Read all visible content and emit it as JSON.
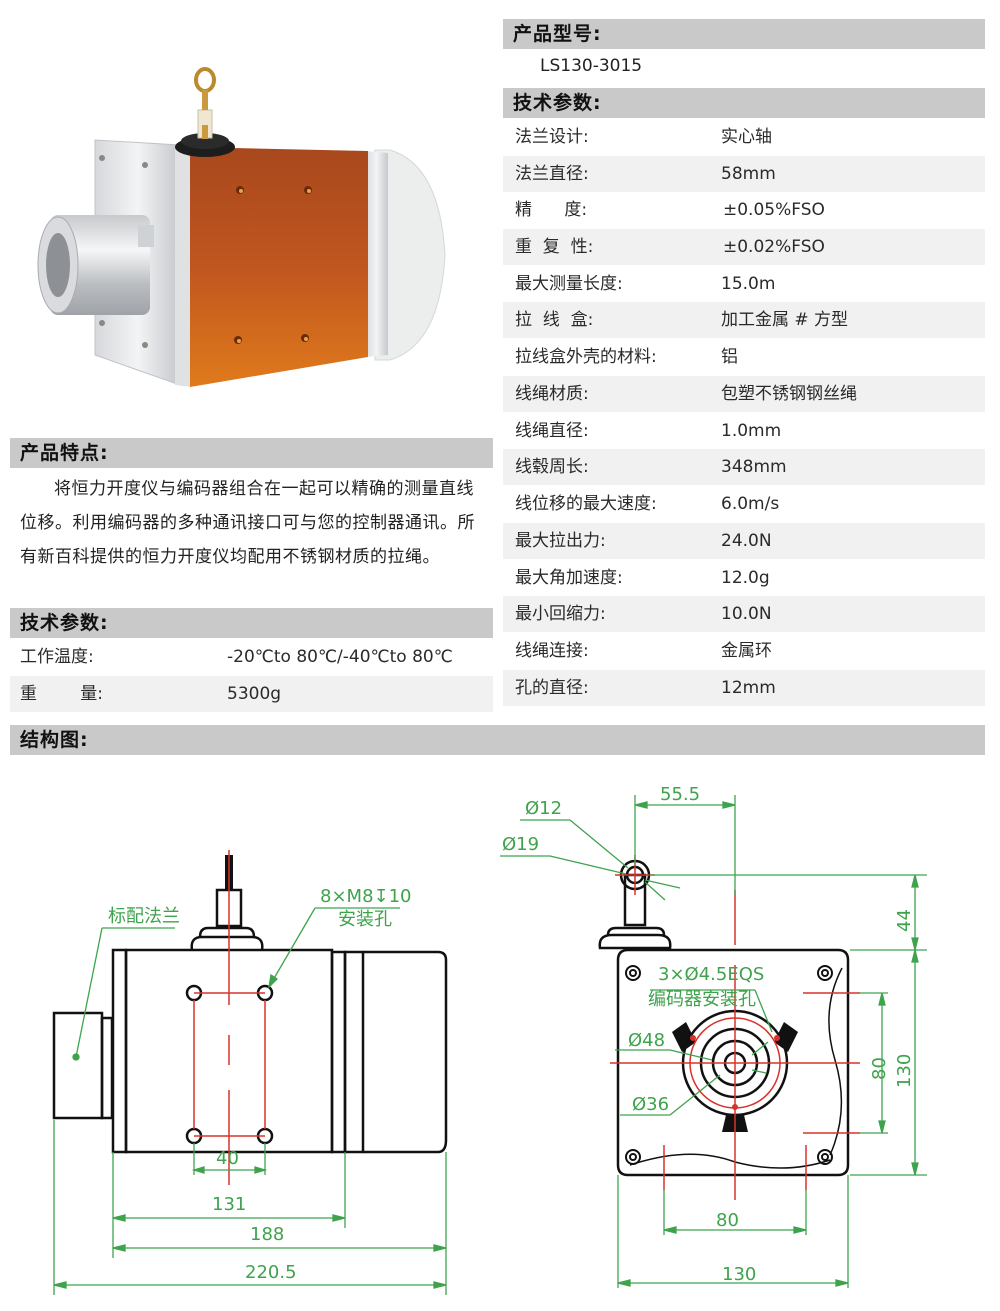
{
  "product_model": {
    "header": "产品型号:",
    "value": "LS130-3015"
  },
  "tech_params_right": {
    "header": "技术参数:",
    "rows": [
      {
        "label": "法兰设计:",
        "value": "实心轴"
      },
      {
        "label": "法兰直径:",
        "value": "58mm"
      },
      {
        "label": "精      度:",
        "value": "±0.05%FSO"
      },
      {
        "label": "重  复  性:",
        "value": "±0.02%FSO"
      },
      {
        "label": "最大测量长度:",
        "value": "15.0m"
      },
      {
        "label": "拉  线  盒:",
        "value": "加工金属 # 方型"
      },
      {
        "label": "拉线盒外壳的材料:",
        "value": "铝"
      },
      {
        "label": "线绳材质:",
        "value": "包塑不锈钢钢丝绳"
      },
      {
        "label": "线绳直径:",
        "value": "1.0mm"
      },
      {
        "label": "线毂周长:",
        "value": "348mm"
      },
      {
        "label": "线位移的最大速度:",
        "value": "6.0m/s"
      },
      {
        "label": "最大拉出力:",
        "value": "24.0N"
      },
      {
        "label": "最大角加速度:",
        "value": "12.0g"
      },
      {
        "label": "最小回缩力:",
        "value": "10.0N"
      },
      {
        "label": "线绳连接:",
        "value": "金属环"
      },
      {
        "label": "孔的直径:",
        "value": "12mm"
      }
    ]
  },
  "features": {
    "header": "产品特点:",
    "text": "将恒力开度仪与编码器组合在一起可以精确的测量直线位移。利用编码器的多种通讯接口可与您的控制器通讯。所有新百科提供的恒力开度仪均配用不锈钢材质的拉绳。"
  },
  "tech_params_left": {
    "header": "技术参数:",
    "rows": [
      {
        "label": "工作温度:",
        "value": "-20℃to 80℃/-40℃to 80℃"
      },
      {
        "label": "重        量:",
        "value": "5300g"
      }
    ]
  },
  "structure": {
    "header": "结构图:",
    "side_view": {
      "flange_label": "标配法兰",
      "mount_holes_label": "8×M8↧10",
      "mount_holes_sub": "安装孔",
      "dims": {
        "hole_spacing": "40",
        "body": "131",
        "body_encoder": "188",
        "total": "220.5"
      }
    },
    "front_view": {
      "ring_inner": "Ø12",
      "ring_outer": "Ø19",
      "ring_offset": "55.5",
      "ring_height": "44",
      "encoder_holes_label": "3×Ø4.5EQS",
      "encoder_holes_sub": "编码器安装孔",
      "d48": "Ø48",
      "d36": "Ø36",
      "v80": "80",
      "v130": "130",
      "h80": "80",
      "h130": "130"
    }
  },
  "colors": {
    "header_bg": "#c9c9c9",
    "row_alt_bg": "#f1f1f1",
    "dim_green": "#3fa34d",
    "center_red": "#d9322b",
    "housing_orange": "#c8631f"
  }
}
